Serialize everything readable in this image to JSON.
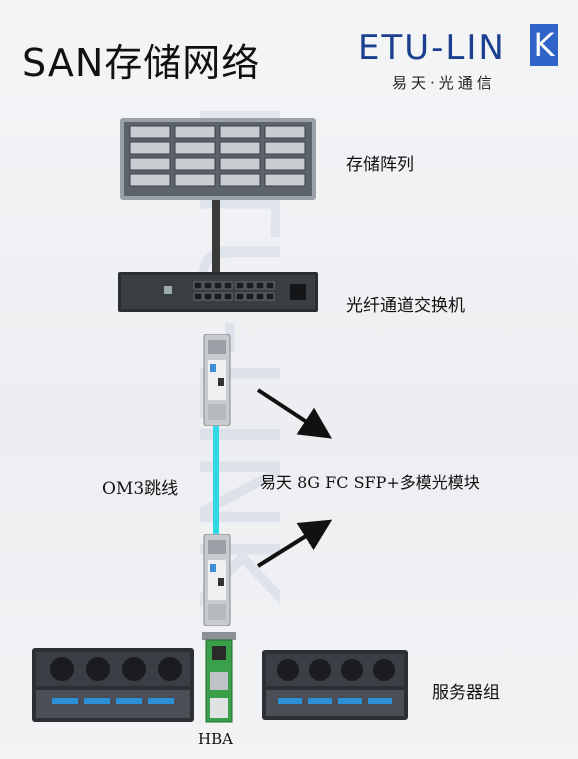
{
  "title": "SAN存储网络",
  "logo": {
    "brand": "ETU-LIN",
    "brand_k": "K",
    "subtitle": "易天·光通信"
  },
  "watermark": "ETU-LINK 易天·光通信",
  "labels": {
    "storage": "存储阵列",
    "switch": "光纤通道交换机",
    "cable": "OM3跳线",
    "module": "易天 8G FC SFP+多模光模块",
    "servers": "服务器组",
    "hba": "HBA"
  },
  "colors": {
    "cable": "#30d8e4",
    "link": "#3a3a3a",
    "logo_blue": "#2f63c8"
  }
}
